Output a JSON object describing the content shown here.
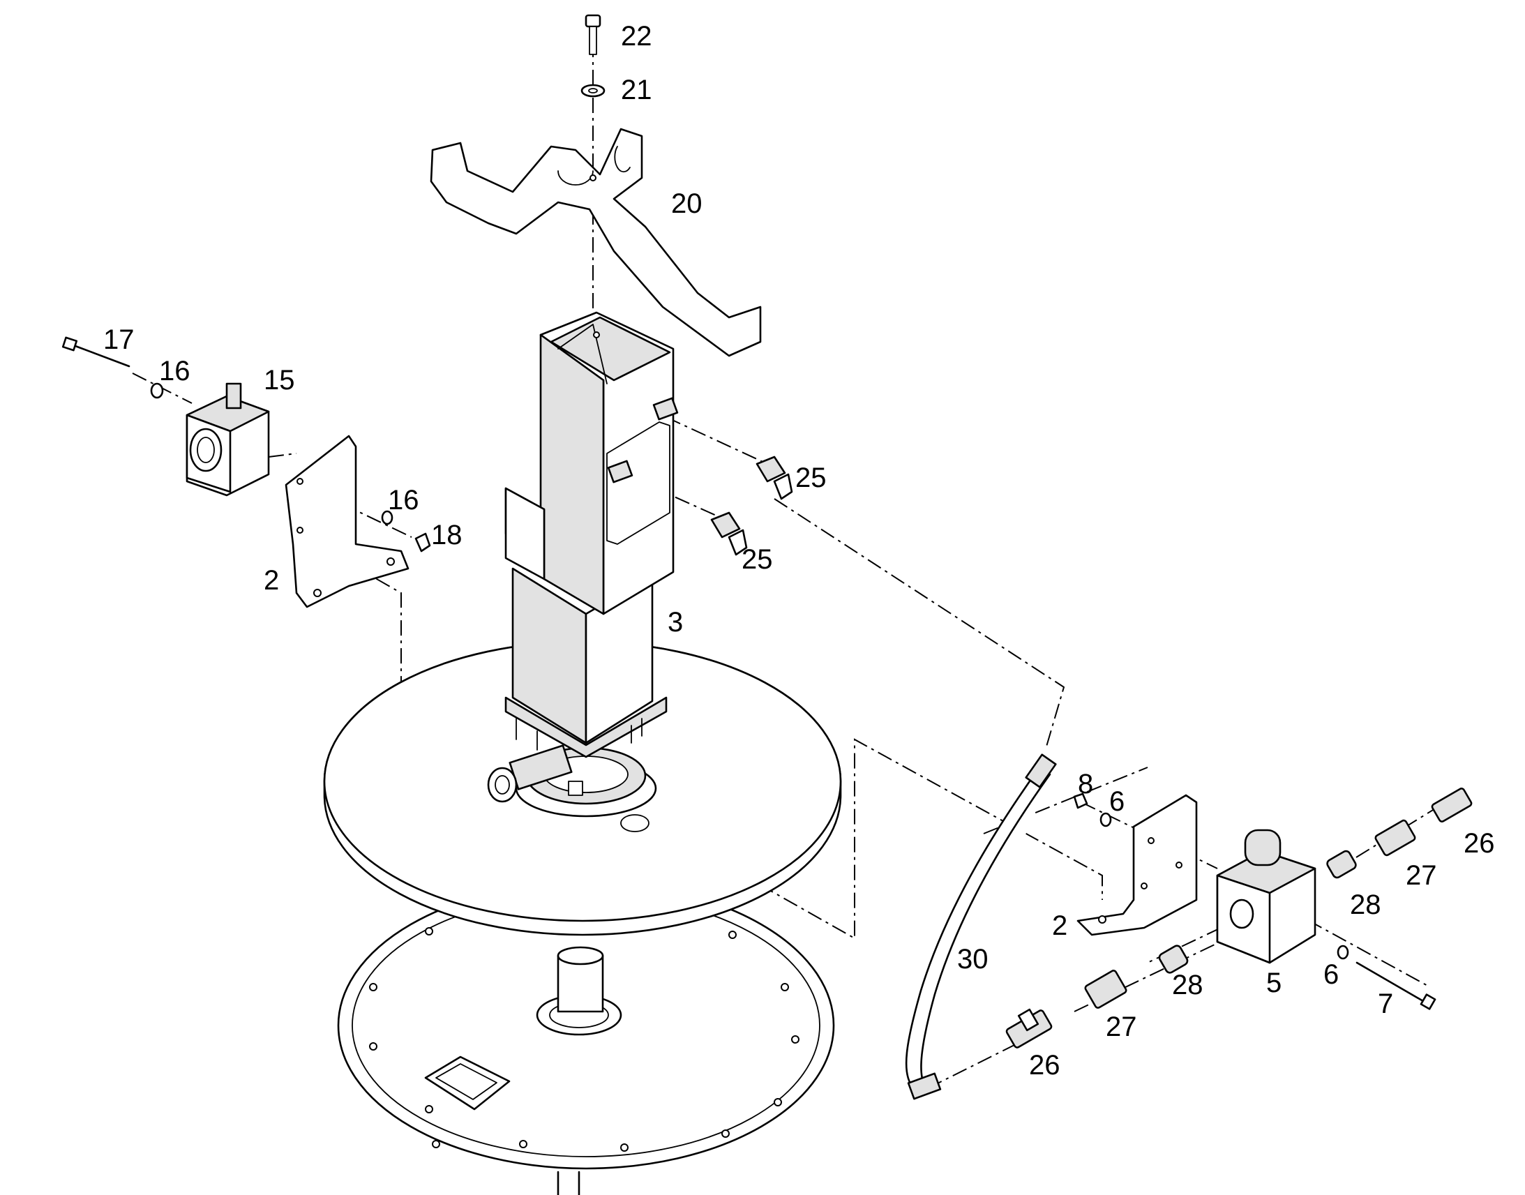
{
  "callouts": {
    "c22": "22",
    "c21": "21",
    "c20": "20",
    "c17": "17",
    "c16_a": "16",
    "c15": "15",
    "c16_b": "16",
    "c18": "18",
    "c2_a": "2",
    "c25_a": "25",
    "c25_b": "25",
    "c3": "3",
    "c8": "8",
    "c6_a": "6",
    "c26_a": "26",
    "c27_a": "27",
    "c28_a": "28",
    "c2_b": "2",
    "c30": "30",
    "c28_b": "28",
    "c5": "5",
    "c6_b": "6",
    "c7": "7",
    "c27_b": "27",
    "c26_b": "26"
  }
}
